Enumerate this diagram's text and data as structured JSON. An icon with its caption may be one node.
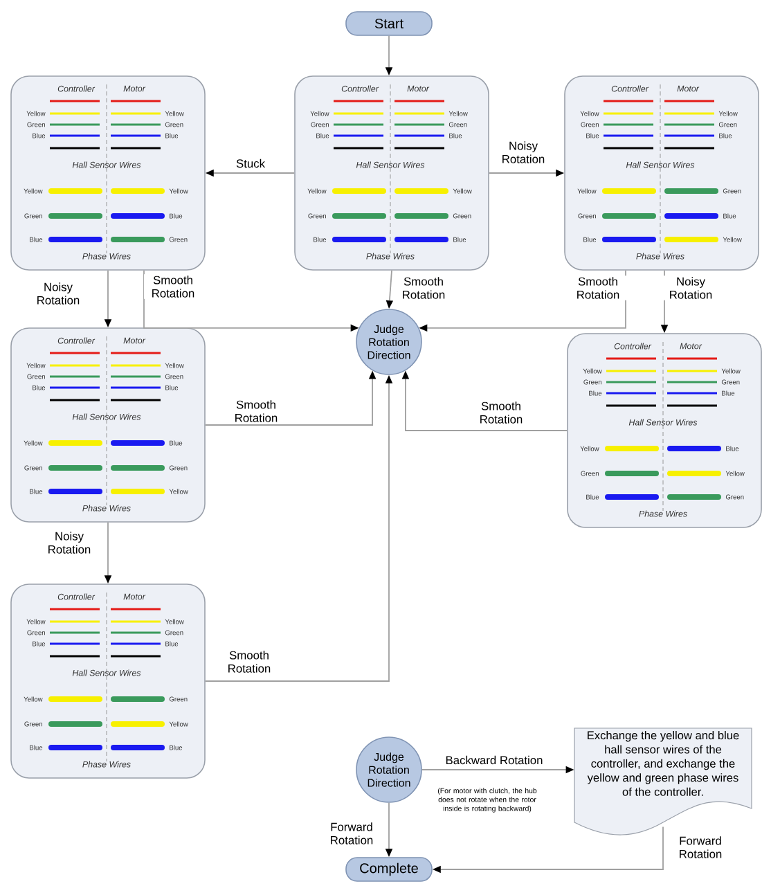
{
  "diagram": {
    "nodes": [
      {
        "text": [
          "Start"
        ]
      },
      {
        "text": [
          "Controller",
          "Motor",
          "Yellow",
          "Yellow",
          "Green",
          "Green",
          "Blue",
          "Blue",
          "Hall Sensor Wires",
          "Yellow",
          "Yellow",
          "Green",
          "Blue",
          "Blue",
          "Green",
          "Phase Wires"
        ]
      },
      {
        "text": [
          "Controller",
          "Motor",
          "Yellow",
          "Yellow",
          "Green",
          "Green",
          "Blue",
          "Blue",
          "Hall Sensor Wires",
          "Yellow",
          "Yellow",
          "Green",
          "Green",
          "Blue",
          "Blue",
          "Phase Wires"
        ]
      },
      {
        "text": [
          "Controller",
          "Motor",
          "Yellow",
          "Yellow",
          "Green",
          "Green",
          "Blue",
          "Blue",
          "Hall Sensor Wires",
          "Yellow",
          "Green",
          "Green",
          "Blue",
          "Blue",
          "Yellow",
          "Phase Wires"
        ]
      },
      {
        "text": [
          "Judge Rotation Direction"
        ]
      },
      {
        "text": [
          "Controller",
          "Motor",
          "Yellow",
          "Yellow",
          "Green",
          "Green",
          "Blue",
          "Blue",
          "Hall Sensor Wires",
          "Yellow",
          "Blue",
          "Green",
          "Green",
          "Blue",
          "Yellow",
          "Phase Wires"
        ]
      },
      {
        "text": [
          "Controller",
          "Motor",
          "Yellow",
          "Yellow",
          "Green",
          "Green",
          "Blue",
          "Blue",
          "Hall Sensor Wires",
          "Yellow",
          "Blue",
          "Green",
          "Yellow",
          "Blue",
          "Green",
          "Phase Wires"
        ]
      },
      {
        "text": [
          "Controller",
          "Motor",
          "Yellow",
          "Yellow",
          "Green",
          "Green",
          "Blue",
          "Blue",
          "Hall Sensor Wires",
          "Yellow",
          "Green",
          "Green",
          "Yellow",
          "Blue",
          "Blue",
          "Phase Wires"
        ]
      },
      {
        "text": [
          "Judge Rotation Direction"
        ]
      },
      {
        "text": [
          "Exchange the yellow and blue hall sensor wires of the controller, and exchange the yellow and green phase wires of the controller."
        ]
      },
      {
        "text": [
          "Complete"
        ]
      }
    ],
    "edges": [
      {
        "from": 0,
        "to": 2,
        "arrow": "to"
      },
      {
        "from": 2,
        "to": 1,
        "arrow": "to",
        "label": "Stuck"
      },
      {
        "from": 2,
        "to": 3,
        "arrow": "to",
        "label": "Noisy Rotation"
      },
      {
        "from": 2,
        "to": 4,
        "arrow": "to",
        "label": "Smooth Rotation"
      },
      {
        "from": 1,
        "to": 4,
        "arrow": "to",
        "label": "Smooth Rotation"
      },
      {
        "from": 1,
        "to": 5,
        "arrow": "to",
        "label": "Noisy Rotation"
      },
      {
        "from": 3,
        "to": 4,
        "arrow": "to",
        "label": "Smooth Rotation"
      },
      {
        "from": 3,
        "to": 6,
        "arrow": "to",
        "label": "Noisy Rotation"
      },
      {
        "from": 5,
        "to": 4,
        "arrow": "to",
        "label": "Smooth Rotation"
      },
      {
        "from": 6,
        "to": 4,
        "arrow": "to",
        "label": "Smooth Rotation"
      },
      {
        "from": 5,
        "to": 7,
        "arrow": "to",
        "label": "Noisy Rotation"
      },
      {
        "from": 7,
        "to": 4,
        "arrow": "to",
        "label": "Smooth Rotation"
      },
      {
        "from": 8,
        "to": 10,
        "arrow": "to",
        "label": "Forward Rotation"
      },
      {
        "from": 8,
        "to": 9,
        "arrow": "to",
        "label": "Backward Rotation"
      },
      {
        "from": 9,
        "to": 10,
        "arrow": "to",
        "label": "Forward Rotation"
      }
    ],
    "labels": [
      "(For motor with clutch, the hub does not rotate when the rotor inside is rotating backward)"
    ]
  }
}
